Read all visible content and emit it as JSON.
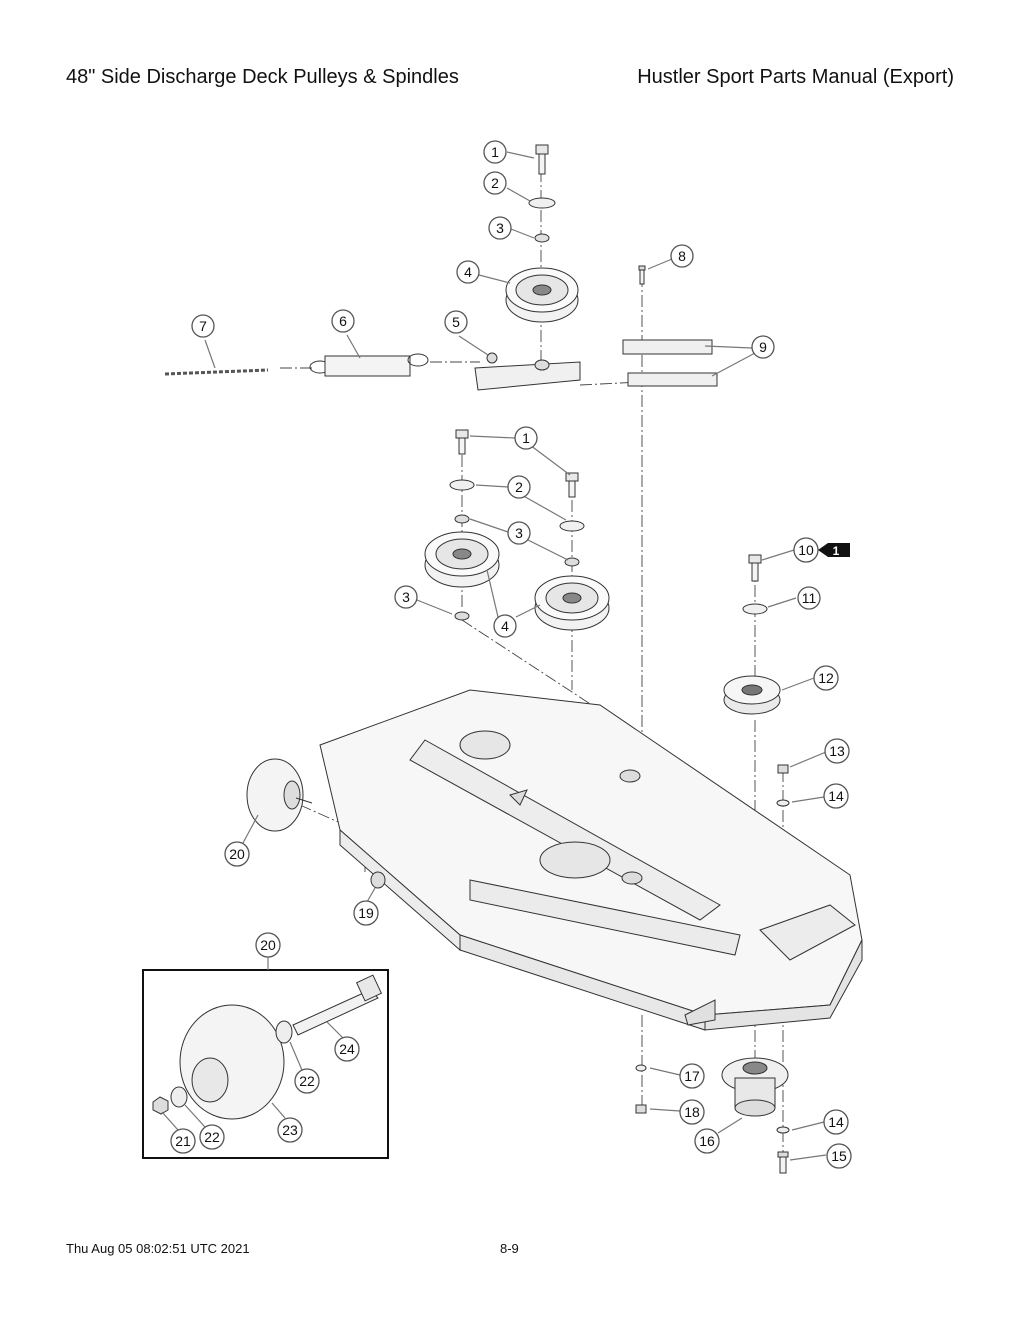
{
  "header": {
    "left_title": "48\" Side Discharge Deck Pulleys & Spindles",
    "right_title": "Hustler Sport Parts Manual (Export)"
  },
  "footer": {
    "timestamp": "Thu Aug 05 08:02:51 UTC 2021",
    "page_number": "8-9"
  },
  "callouts": [
    {
      "id": "c1a",
      "label": "1"
    },
    {
      "id": "c2a",
      "label": "2"
    },
    {
      "id": "c3a",
      "label": "3"
    },
    {
      "id": "c4a",
      "label": "4"
    },
    {
      "id": "c8",
      "label": "8"
    },
    {
      "id": "c7",
      "label": "7"
    },
    {
      "id": "c6",
      "label": "6"
    },
    {
      "id": "c5",
      "label": "5"
    },
    {
      "id": "c9",
      "label": "9"
    },
    {
      "id": "c1b",
      "label": "1"
    },
    {
      "id": "c2b",
      "label": "2"
    },
    {
      "id": "c3b",
      "label": "3"
    },
    {
      "id": "c10",
      "label": "10"
    },
    {
      "id": "c11",
      "label": "11"
    },
    {
      "id": "c3c",
      "label": "3"
    },
    {
      "id": "c4b",
      "label": "4"
    },
    {
      "id": "c12",
      "label": "12"
    },
    {
      "id": "c13",
      "label": "13"
    },
    {
      "id": "c14a",
      "label": "14"
    },
    {
      "id": "c20a",
      "label": "20"
    },
    {
      "id": "c19",
      "label": "19"
    },
    {
      "id": "c20b",
      "label": "20"
    },
    {
      "id": "c24",
      "label": "24"
    },
    {
      "id": "c22a",
      "label": "22"
    },
    {
      "id": "c17",
      "label": "17"
    },
    {
      "id": "c18",
      "label": "18"
    },
    {
      "id": "c16",
      "label": "16"
    },
    {
      "id": "c14b",
      "label": "14"
    },
    {
      "id": "c15",
      "label": "15"
    },
    {
      "id": "c23",
      "label": "23"
    },
    {
      "id": "c21",
      "label": "21"
    },
    {
      "id": "c22b",
      "label": "22"
    }
  ],
  "reference_tag": {
    "label": "1"
  }
}
